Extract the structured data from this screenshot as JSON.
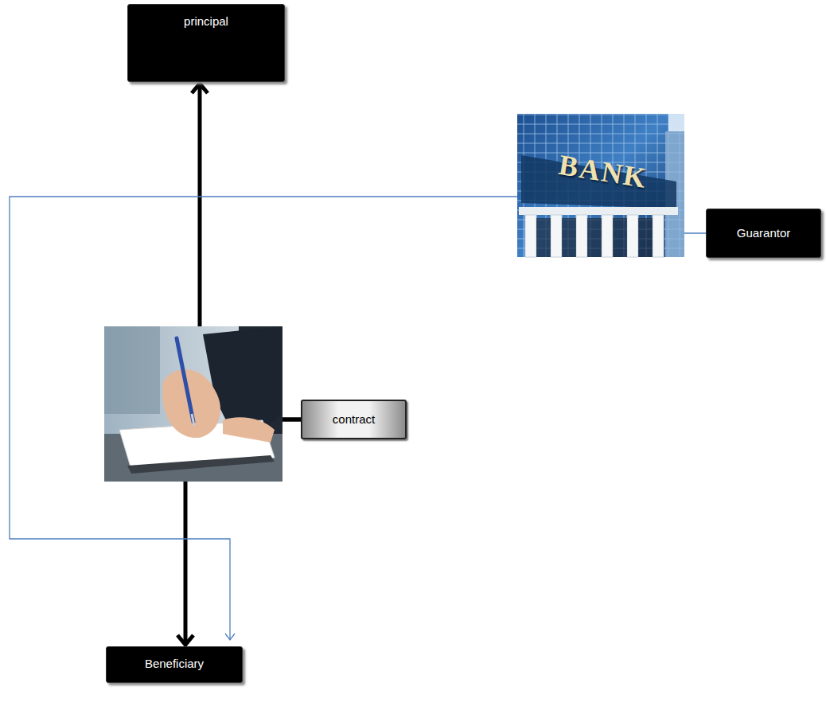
{
  "diagram": {
    "nodes": [
      {
        "text": [
          "principal"
        ]
      },
      {
        "text": [
          "Guarantor"
        ]
      },
      {
        "text": [
          "contract"
        ]
      },
      {
        "text": [
          "Beneficiary"
        ]
      }
    ],
    "edges": [
      {
        "from": 2,
        "to": 0,
        "arrow": "to"
      },
      {
        "from": 2,
        "to": 3,
        "arrow": "to"
      },
      {
        "from": 1,
        "to": 3,
        "arrow": "to"
      }
    ],
    "labels": [
      "BANK"
    ]
  }
}
